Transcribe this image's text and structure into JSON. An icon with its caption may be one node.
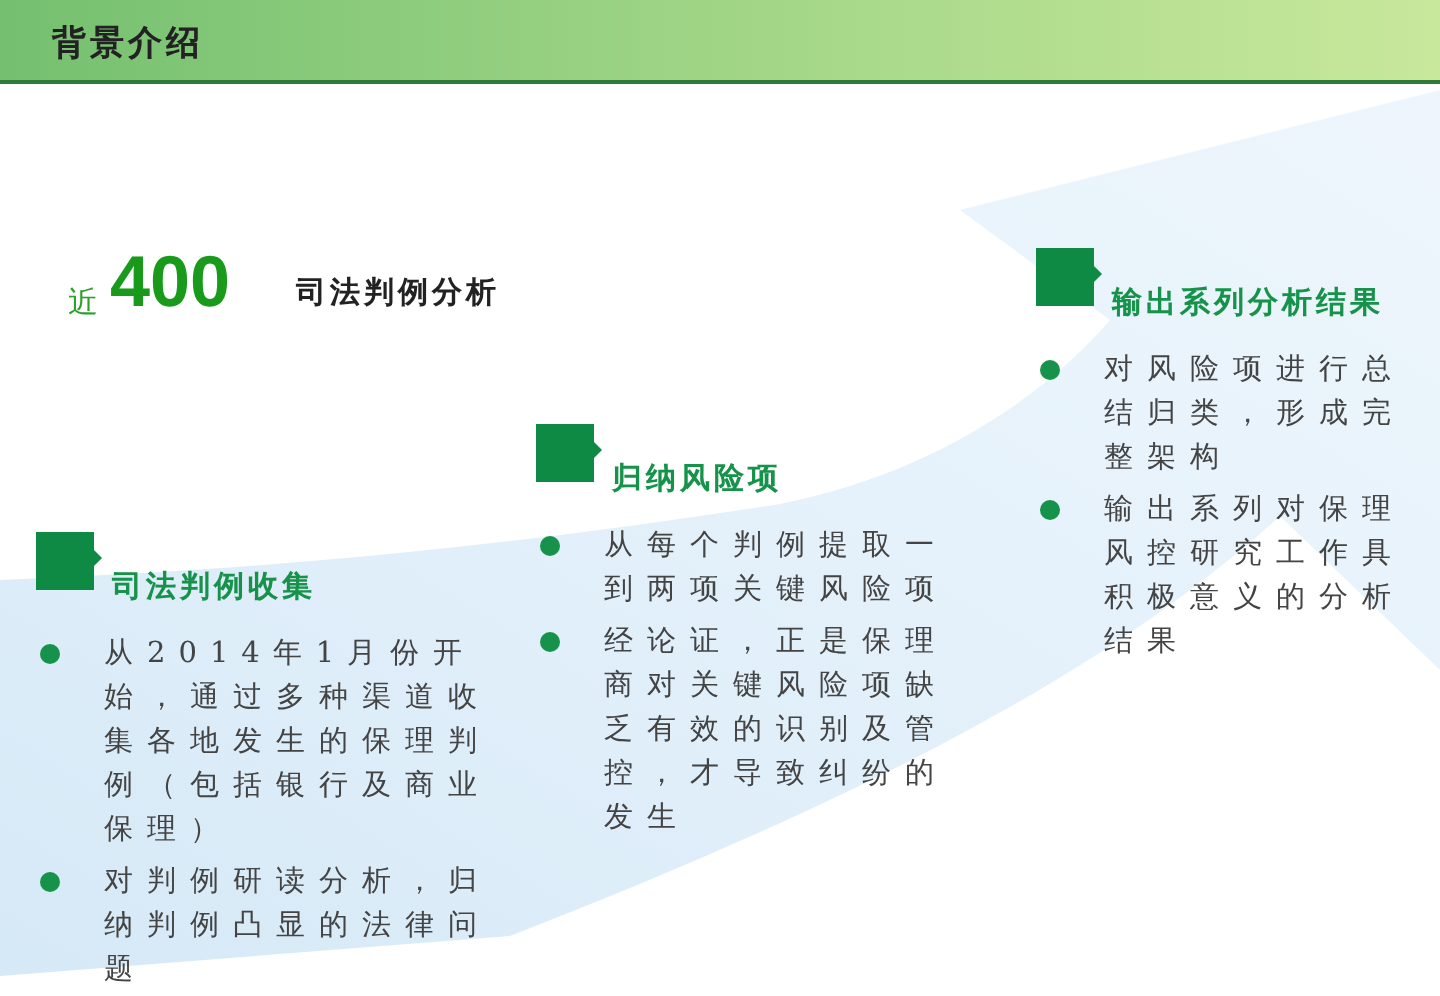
{
  "diagram": {
    "title": "背景介绍",
    "nodes": [
      {
        "text": [
          "司法判例收集",
          "从2014年1月份开始，通过多种渠道收集各地发生的保理判例（包括银行及商业保理）",
          "对判例研读分析，归纳判例凸显的法律问题"
        ]
      },
      {
        "text": [
          "归纳风险项",
          "从每个判例提取一到两项关键风险项",
          "经论证，正是保理商对关键风险项缺乏有效的识别及管控，才导致纠纷的发生"
        ]
      },
      {
        "text": [
          "输出系列分析结果",
          "对风险项进行总结归类，形成完整架构",
          "输出系列对保理风控研究工作具积极意义的分析结果"
        ]
      }
    ],
    "labels": [
      "近",
      "400",
      "司法判例分析"
    ]
  }
}
